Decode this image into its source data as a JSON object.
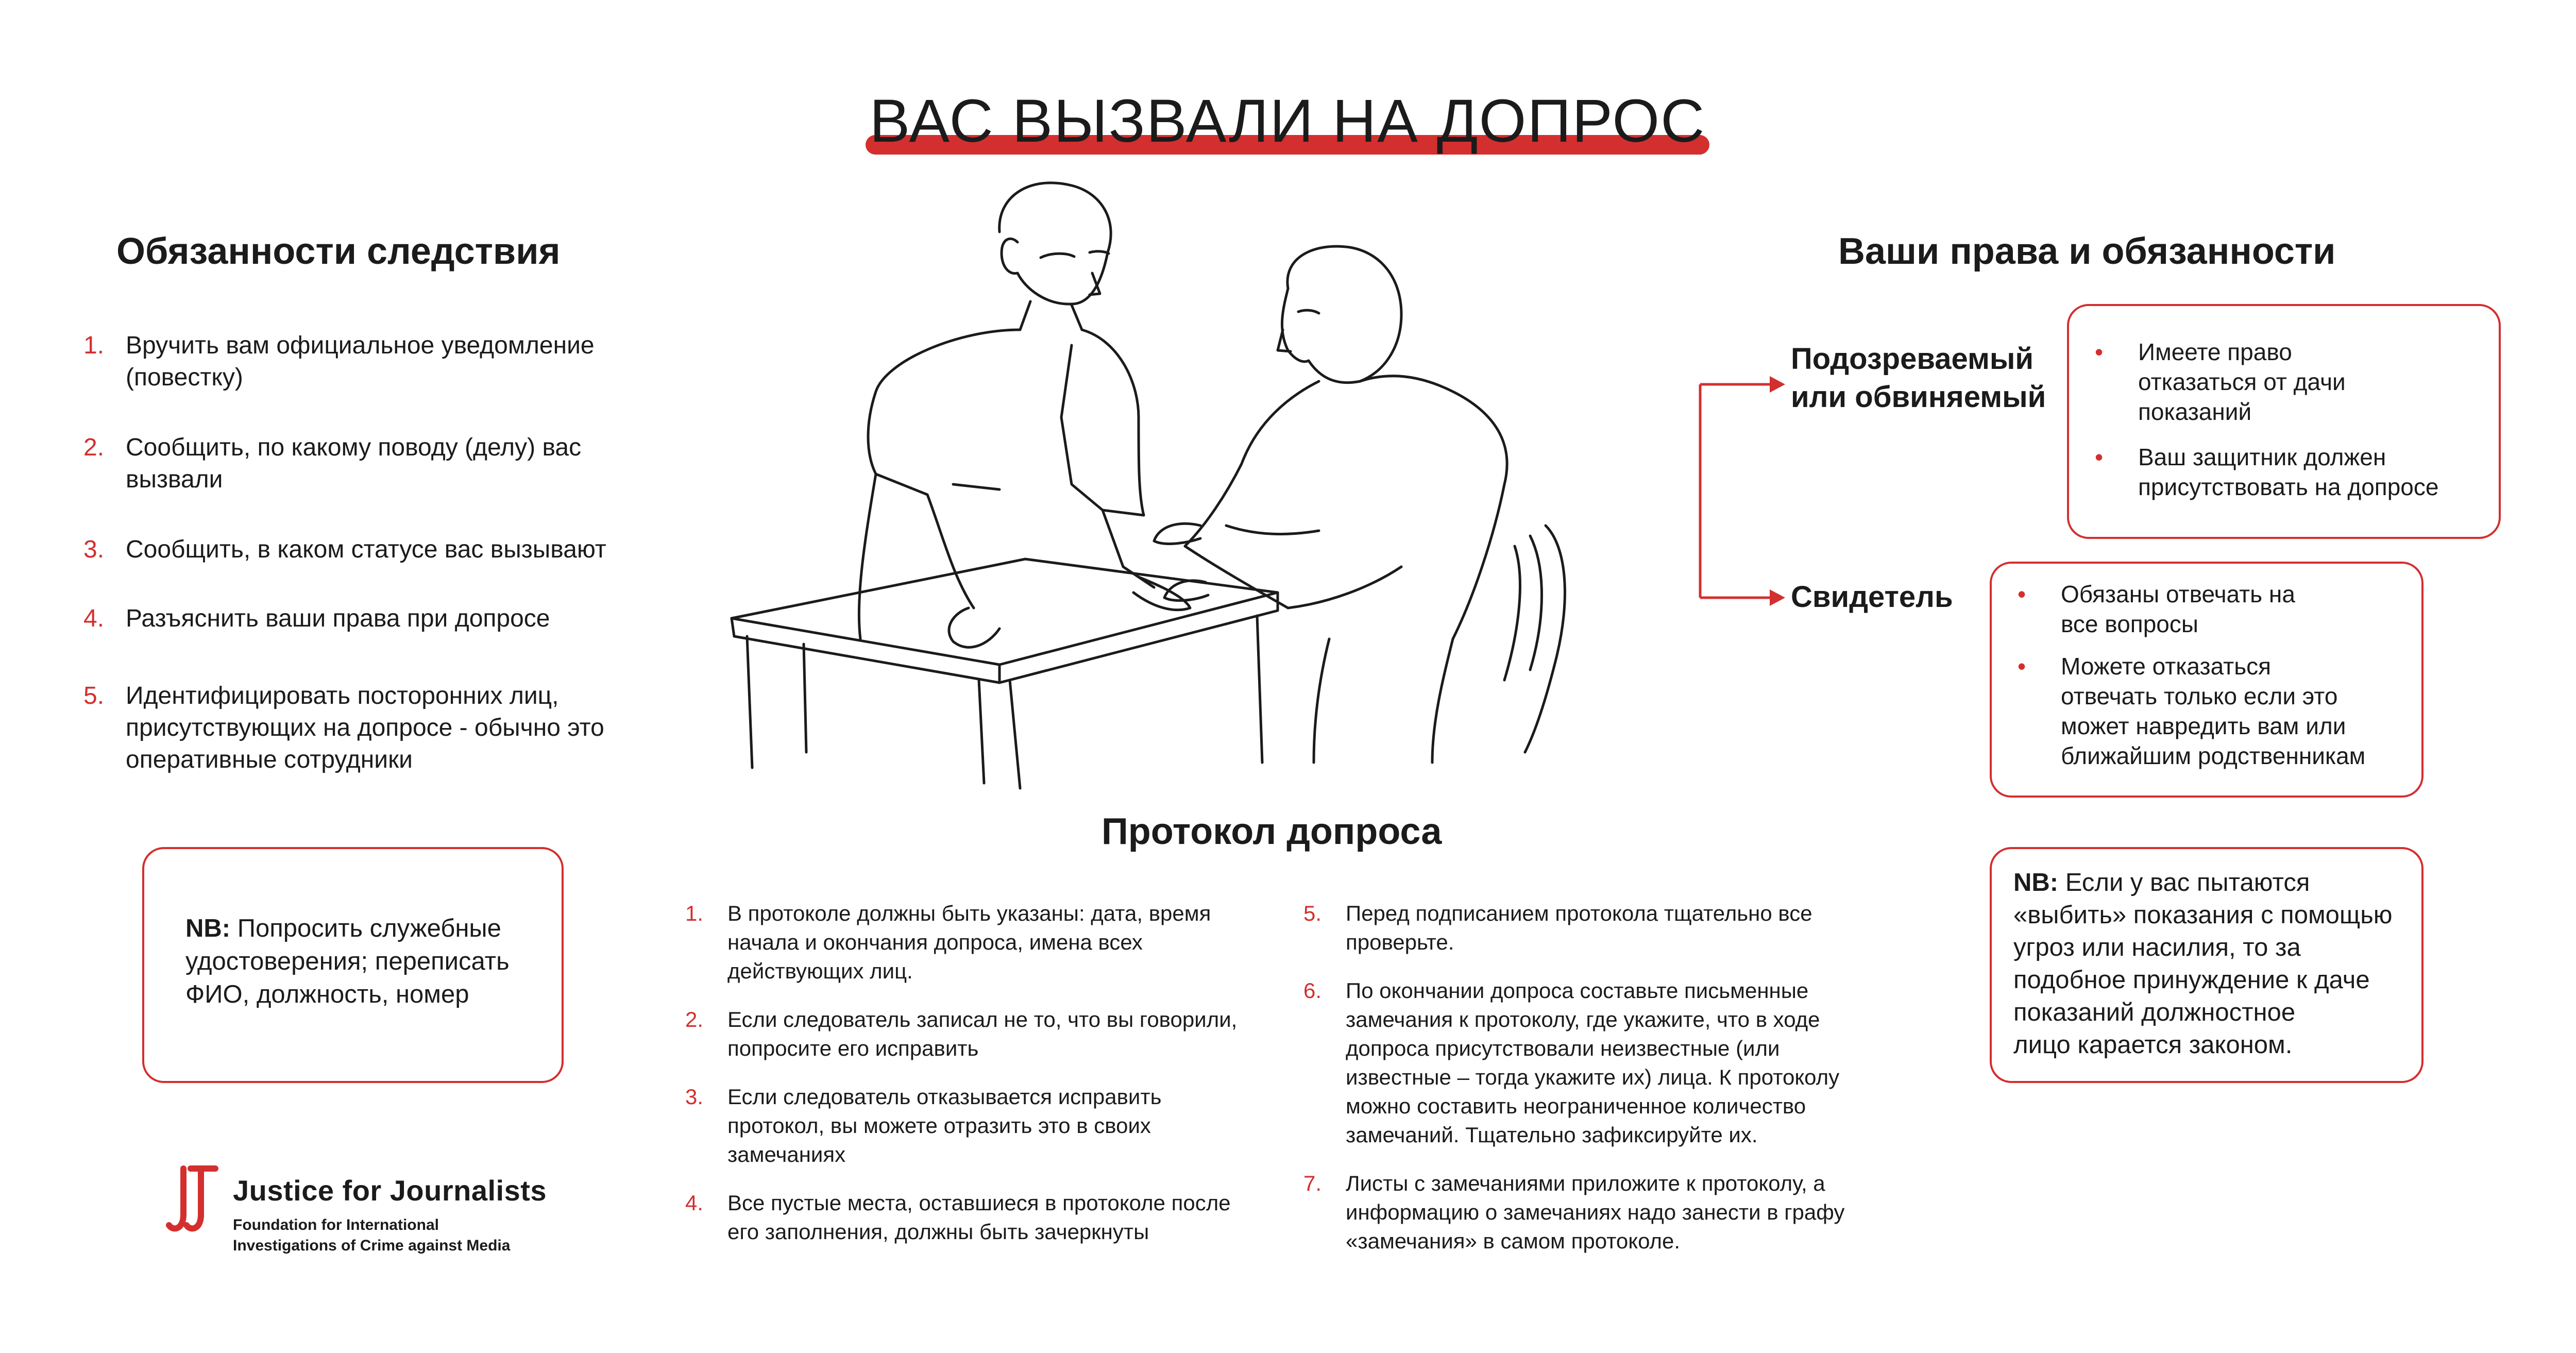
{
  "title": "ВАС ВЫЗВАЛИ НА ДОПРОС",
  "left": {
    "heading": "Обязанности следствия",
    "items": [
      {
        "num": "1.",
        "lines": [
          "Вручить вам официальное уведомление",
          "(повестку)"
        ]
      },
      {
        "num": "2.",
        "lines": [
          "Сообщить, по какому поводу (делу) вас",
          "вызвали"
        ]
      },
      {
        "num": "3.",
        "lines": [
          "Сообщить, в каком статусе вас вызывают"
        ]
      },
      {
        "num": "4.",
        "lines": [
          "Разъяснить ваши права при допросе"
        ]
      },
      {
        "num": "5.",
        "lines": [
          "Идентифицировать посторонних лиц,",
          "присутствующих на допросе - обычно это",
          "оперативные сотрудники"
        ]
      }
    ],
    "nb": {
      "label": "NB:",
      "lines": [
        "Попросить служебные",
        "удостоверения; переписать",
        "ФИО, должность, номер"
      ]
    }
  },
  "right": {
    "heading": "Ваши права и обязанности",
    "suspect": {
      "label_lines": [
        "Подозреваемый",
        "или обвиняемый"
      ],
      "bullets": [
        {
          "lines": [
            "Имеете право",
            "отказаться от дачи",
            "показаний"
          ]
        },
        {
          "lines": [
            "Ваш защитник должен",
            "присутствовать на допросе"
          ]
        }
      ]
    },
    "witness": {
      "label": "Свидетель",
      "bullets": [
        {
          "lines": [
            "Обязаны отвечать на",
            "все вопросы"
          ]
        },
        {
          "lines": [
            "Можете отказаться",
            "отвечать только если это",
            "может навредить вам или",
            "ближайшим родственникам"
          ]
        }
      ]
    },
    "nb": {
      "label": "NB:",
      "lines": [
        "Если у вас пытаются",
        "«выбить» показания с помощью",
        "угроз или насилия, то за",
        "подобное принуждение к даче",
        "показаний должностное",
        "лицо карается законом."
      ]
    }
  },
  "protocol": {
    "heading": "Протокол допроса",
    "col1": [
      {
        "num": "1.",
        "lines": [
          "В протоколе должны быть указаны: дата, время",
          "начала и окончания допроса, имена всех",
          "действующих лиц."
        ]
      },
      {
        "num": "2.",
        "lines": [
          "Если следователь записал не то, что вы говорили,",
          "попросите его исправить"
        ]
      },
      {
        "num": "3.",
        "lines": [
          "Если следователь отказывается исправить",
          "протокол, вы можете отразить это в своих",
          "замечаниях"
        ]
      },
      {
        "num": "4.",
        "lines": [
          "Все пустые места, оставшиеся в протоколе после",
          "его заполнения, должны быть зачеркнуты"
        ]
      }
    ],
    "col2": [
      {
        "num": "5.",
        "lines": [
          "Перед подписанием протокола тщательно все",
          "проверьте."
        ]
      },
      {
        "num": "6.",
        "lines": [
          "По окончании допроса составьте письменные",
          "замечания к протоколу, где укажите, что в ходе",
          "допроса присутствовали неизвестные (или",
          "известные – тогда укажите их) лица. К протоколу",
          "можно составить неограниченное количество",
          "замечаний. Тщательно зафиксируйте их."
        ]
      },
      {
        "num": "7.",
        "lines": [
          "Листы с замечаниями приложите к протоколу, а",
          "информацию о замечаниях надо занести в графу",
          "«замечания» в самом протоколе."
        ]
      }
    ]
  },
  "logo": {
    "name": "Justice for Journalists",
    "tagline": [
      "Foundation for International",
      "Investigations of Crime against Media"
    ]
  },
  "colors": {
    "accent": "#d32f2f",
    "text": "#1b1b1b",
    "background": "#ffffff"
  },
  "illustration": "interrogation-sketch"
}
